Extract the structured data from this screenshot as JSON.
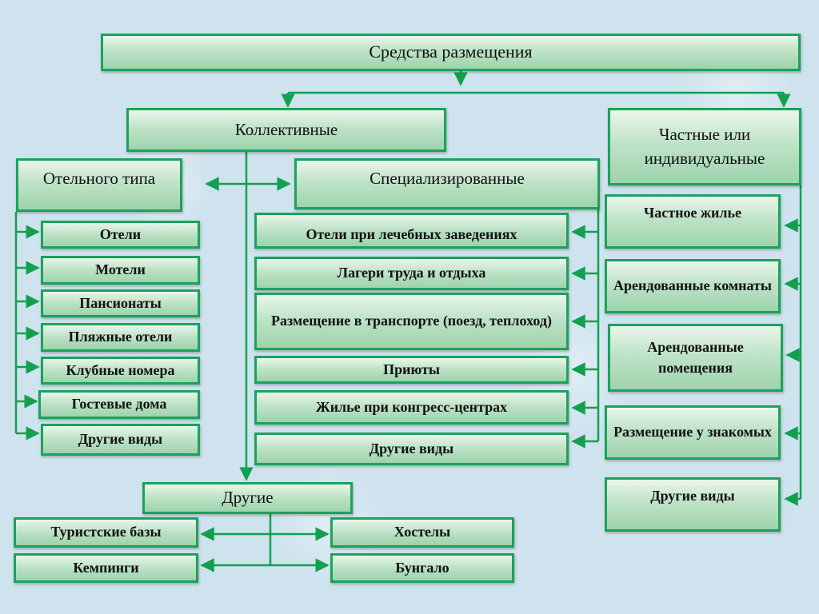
{
  "title": "Средства размещения",
  "collective": {
    "label": "Коллективные",
    "hotel_type": {
      "label": "Отельного типа",
      "items": [
        "Отели",
        "Мотели",
        "Пансионаты",
        "Пляжные отели",
        "Клубные номера",
        "Гостевые дома",
        "Другие виды"
      ]
    },
    "specialized": {
      "label": "Специализированные",
      "items": [
        "Отели при лечебных заведениях",
        "Лагери труда и отдыха",
        "Размещение в транспорте (поезд, теплоход)",
        "Приюты",
        "Жилье при конгресс-центрах",
        "Другие виды"
      ]
    },
    "other": {
      "label": "Другие",
      "items": [
        "Туристские базы",
        "Кемпинги",
        "Хостелы",
        "Бунгало"
      ]
    }
  },
  "private": {
    "label": "Частные или индивидуальные",
    "items": [
      "Частное жилье",
      "Арендованные комнаты",
      "Арендованные помещения",
      "Размещение у знакомых",
      "Другие виды"
    ]
  },
  "colors": {
    "box_border": "#1aa35a",
    "box_fill": "#bfe3c7",
    "connector": "#12a050",
    "background": "#cfe3ee"
  }
}
